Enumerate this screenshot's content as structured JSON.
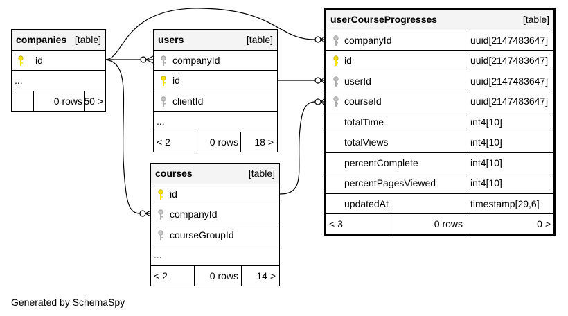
{
  "generated_by": "Generated by SchemaSpy",
  "colors": {
    "primary_key": "#f5e000",
    "foreign_key": "#a8a8a8"
  },
  "companies": {
    "name": "companies",
    "type": "[table]",
    "columns": [
      {
        "name": "id",
        "key": "primary"
      }
    ],
    "ellipsis": "...",
    "footer": {
      "left": "",
      "rows": "0 rows",
      "right": "50 >"
    }
  },
  "users": {
    "name": "users",
    "type": "[table]",
    "columns": [
      {
        "name": "companyId",
        "key": "foreign"
      },
      {
        "name": "id",
        "key": "primary"
      },
      {
        "name": "clientId",
        "key": "foreign"
      }
    ],
    "ellipsis": "...",
    "footer": {
      "left": "< 2",
      "rows": "0 rows",
      "right": "18 >"
    }
  },
  "courses": {
    "name": "courses",
    "type": "[table]",
    "columns": [
      {
        "name": "id",
        "key": "primary"
      },
      {
        "name": "companyId",
        "key": "foreign"
      },
      {
        "name": "courseGroupId",
        "key": "foreign"
      }
    ],
    "ellipsis": "...",
    "footer": {
      "left": "< 2",
      "rows": "0 rows",
      "right": "14 >"
    }
  },
  "userCourseProgresses": {
    "name": "userCourseProgresses",
    "type": "[table]",
    "columns": [
      {
        "name": "companyId",
        "type": "uuid[2147483647]",
        "key": "foreign"
      },
      {
        "name": "id",
        "type": "uuid[2147483647]",
        "key": "primary"
      },
      {
        "name": "userId",
        "type": "uuid[2147483647]",
        "key": "foreign"
      },
      {
        "name": "courseId",
        "type": "uuid[2147483647]",
        "key": "foreign"
      },
      {
        "name": "totalTime",
        "type": "int4[10]",
        "key": "none"
      },
      {
        "name": "totalViews",
        "type": "int4[10]",
        "key": "none"
      },
      {
        "name": "percentComplete",
        "type": "int4[10]",
        "key": "none"
      },
      {
        "name": "percentPagesViewed",
        "type": "int4[10]",
        "key": "none"
      },
      {
        "name": "updatedAt",
        "type": "timestamp[29,6]",
        "key": "none"
      }
    ],
    "footer": {
      "left": "< 3",
      "rows": "0 rows",
      "right": "0 >"
    }
  }
}
